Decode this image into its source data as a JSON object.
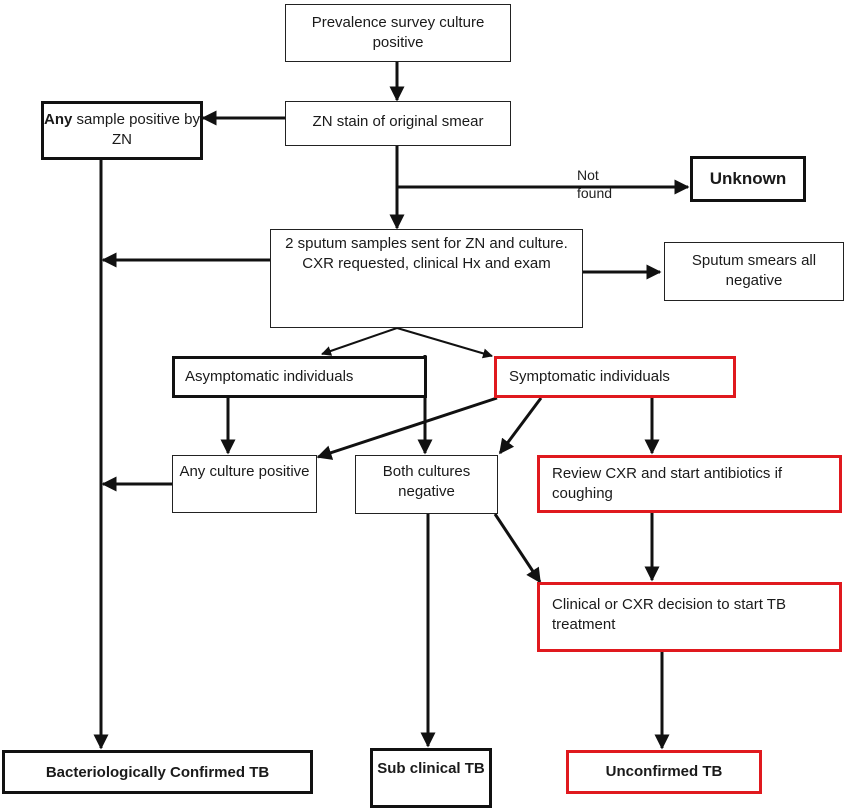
{
  "nodes": {
    "prevalence": "Prevalence survey culture positive",
    "zn_stain": "ZN stain of original smear",
    "any_sample_bold": "Any",
    "any_sample_rest": " sample positive by ZN",
    "unknown": "Unknown",
    "sputum_samples": "2 sputum samples sent for ZN and culture. CXR requested, clinical Hx and exam",
    "smears_negative": "Sputum smears all negative",
    "asymptomatic": "Asymptomatic individuals",
    "symptomatic": "Symptomatic individuals",
    "any_culture": "Any culture positive",
    "both_cultures": "Both cultures negative",
    "review_cxr": "Review CXR and start antibiotics if coughing",
    "clinical_cxr": "Clinical or CXR decision to start TB treatment",
    "bact_confirmed": "Bacteriologically Confirmed TB",
    "subclinical": "Sub clinical TB",
    "unconfirmed": "Unconfirmed TB"
  },
  "edge_labels": {
    "not_found": "Not found"
  },
  "colors": {
    "red_border": "#e0191e",
    "black_border": "#111111"
  }
}
